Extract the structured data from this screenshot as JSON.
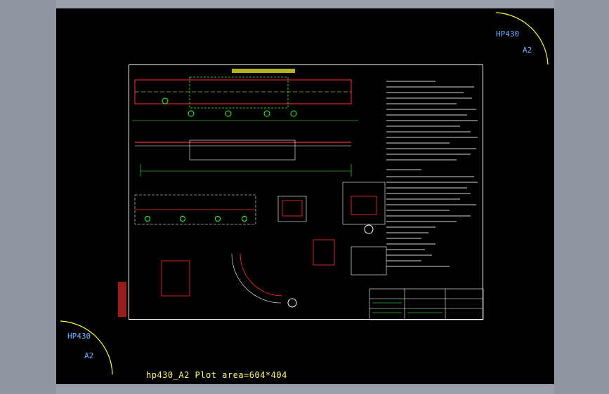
{
  "corner_top_right": {
    "model": "HP430",
    "size": "A2"
  },
  "corner_bottom_left": {
    "model": "HP430",
    "size": "A2"
  },
  "plot_caption": "hp430_A2 Plot area=604*404",
  "colors": {
    "background": "#000000",
    "frame": "#ffffff",
    "corner_text": "#66b3ff",
    "caption": "#ffff66",
    "accent_red": "#ff3030",
    "accent_green": "#33ff33",
    "accent_cyan": "#00e5ff",
    "accent_yellow": "#ffff33",
    "accent_magenta": "#ff33ff"
  }
}
